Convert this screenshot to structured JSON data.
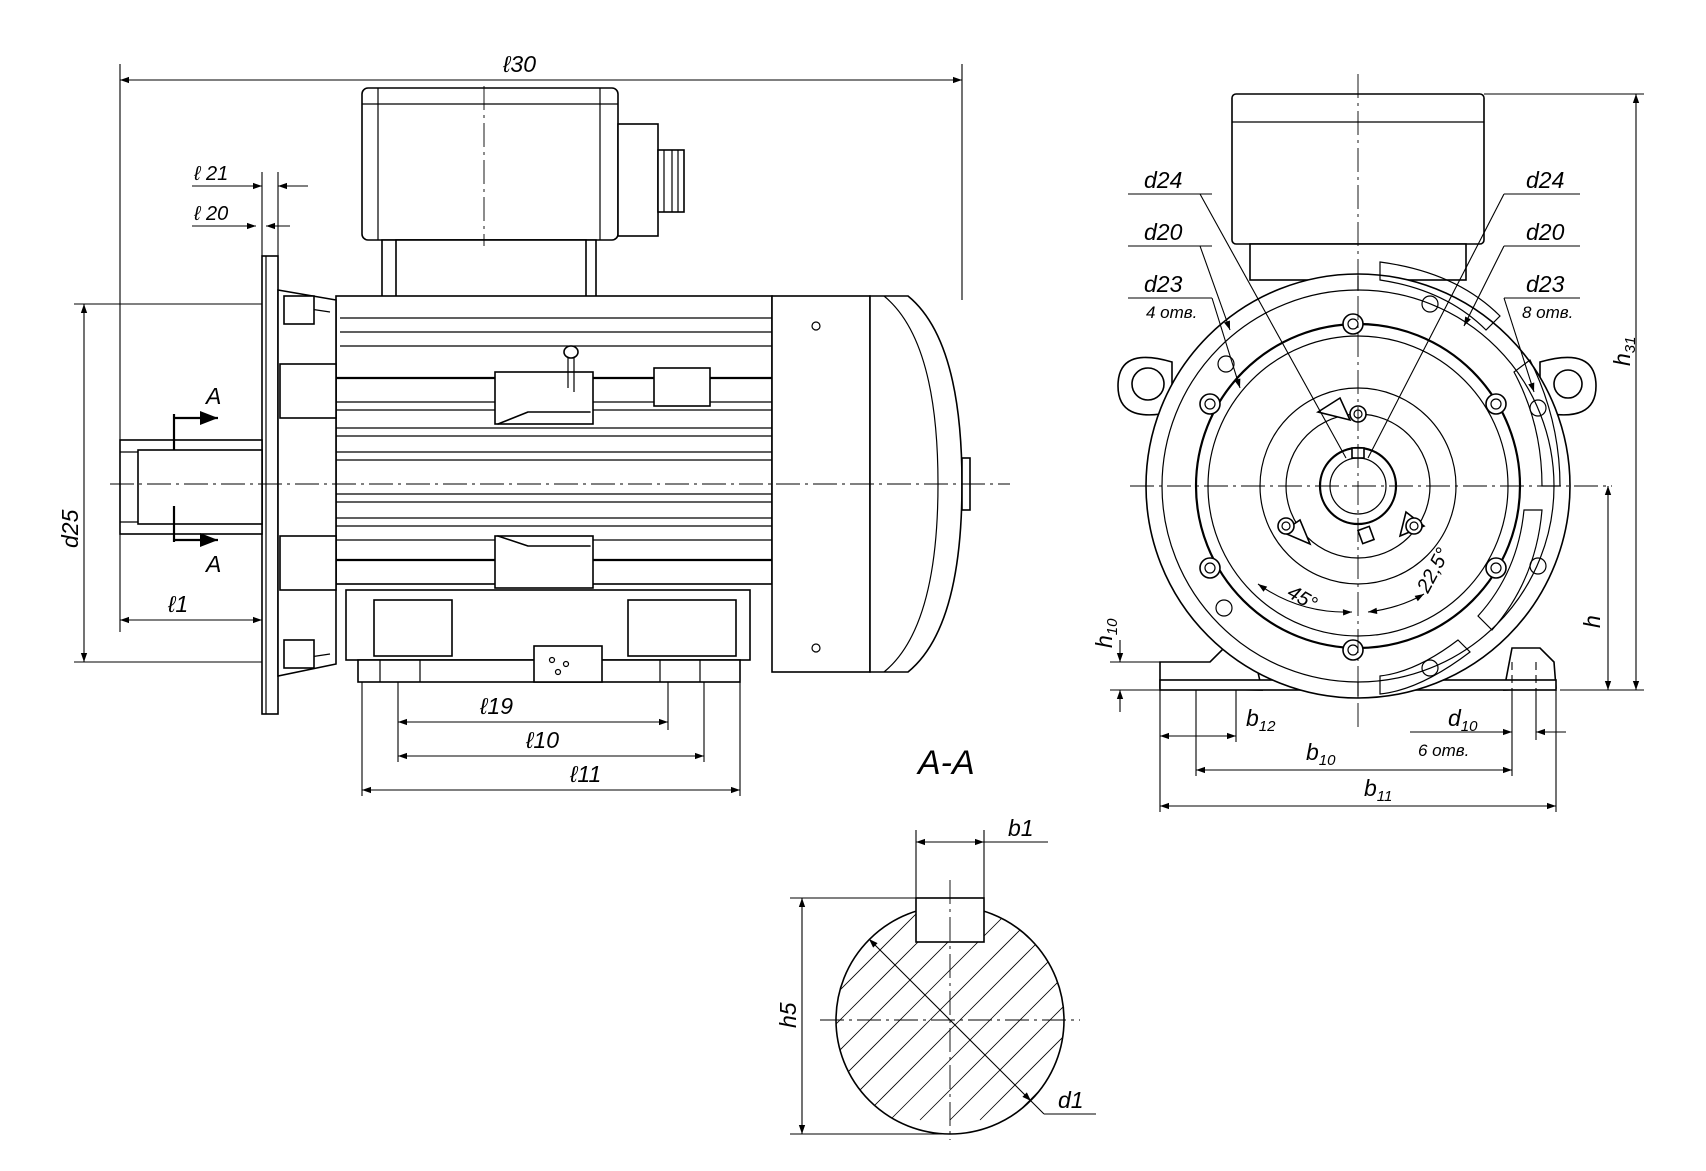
{
  "labels": {
    "l30": "ℓ30",
    "l21": "ℓ 21",
    "l20": "ℓ 20",
    "l1": "ℓ1",
    "d25": "d25",
    "arrow_a_top": "A",
    "arrow_a_bottom": "A",
    "l19": "ℓ19",
    "l10": "ℓ10",
    "l11": "ℓ11",
    "section_title": "A-A",
    "d24_left": "d24",
    "d20_left": "d20",
    "d23_left": "d23",
    "holes_4": "4 отв.",
    "d24_right": "d24",
    "d20_right": "d20",
    "d23_right": "d23",
    "holes_8": "8 отв.",
    "h31_main": "h",
    "h31_sub": "31",
    "angle_45": "45°",
    "angle_22_5": "22,5°",
    "h_label": "h",
    "h10_main": "h",
    "h10_sub": "10",
    "b12_main": "b",
    "b12_sub": "12",
    "d10_main": "d",
    "d10_sub": "10",
    "holes_6": "6 отв.",
    "b10_main": "b",
    "b10_sub": "10",
    "b11_main": "b",
    "b11_sub": "11",
    "b1": "b1",
    "h5": "h5",
    "d1": "d1"
  }
}
